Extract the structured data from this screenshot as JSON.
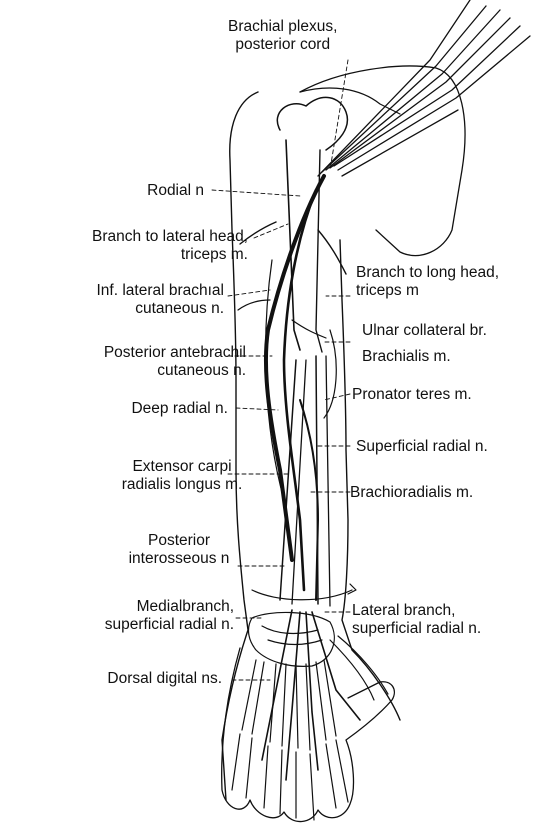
{
  "diagram": {
    "ink_color": "#111111",
    "background": "#ffffff",
    "labels": {
      "brachial_plexus": [
        "Brachial plexus,",
        "posterior cord"
      ],
      "radial_n": [
        "Rodial n"
      ],
      "branch_lateral_head": [
        "Branch to lateral head,",
        "triceps m."
      ],
      "branch_long_head": [
        "Branch to long head,",
        "triceps m"
      ],
      "inf_lateral_brachial": [
        "Inf. lateral brachıal",
        "cutaneous n."
      ],
      "ulnar_collateral": [
        "Ulnar collateral br."
      ],
      "posterior_antebrachial": [
        "Posterior antebrachil",
        "cutaneous n."
      ],
      "brachialis": [
        "Brachialis m."
      ],
      "deep_radial": [
        "Deep radial n."
      ],
      "pronator_teres": [
        "Pronator teres m."
      ],
      "superficial_radial": [
        "Superficial radial n."
      ],
      "ecrl": [
        "Extensor carpi",
        "radialis longus m."
      ],
      "brachioradialis": [
        "Brachioradialis m."
      ],
      "posterior_interosseous": [
        "Posterior",
        "interosseous n"
      ],
      "medial_branch": [
        "Medialbranch,",
        "superficial radial n."
      ],
      "lateral_branch": [
        "Lateral branch,",
        "superficial radial n."
      ],
      "dorsal_digital": [
        "Dorsal digital ns."
      ]
    }
  }
}
